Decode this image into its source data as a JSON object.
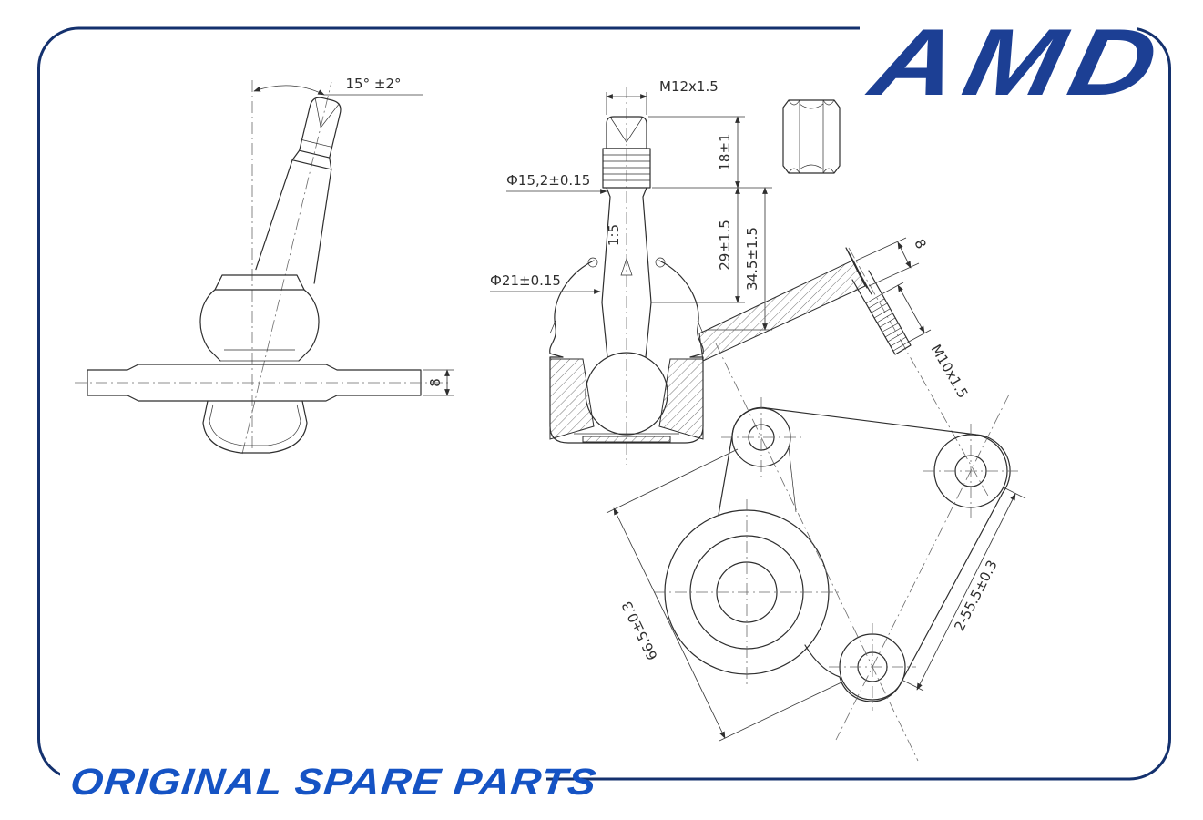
{
  "brand": {
    "logo_text": "AMD"
  },
  "footer": {
    "tagline": "ORIGINAL SPARE PARTS"
  },
  "colors": {
    "frame_border": "#14316e",
    "brand_blue": "#1c3f94",
    "tagline_blue": "#1553c4",
    "line_color": "#2e2e2e"
  },
  "drawing": {
    "left_view": {
      "angle_dim": "15° ±2°",
      "width_dim": "8"
    },
    "section_view": {
      "thread_dim": "M12x1.5",
      "thread_length_dim": "18±1",
      "taper_len_dim": "29±1.5",
      "overall_len_dim": "34.5±1.5",
      "stud_dia_dim": "Ф15,2±0.15",
      "cone_dia_dim": "Ф21±0.15",
      "taper_ratio": "1:5"
    },
    "bolt": {
      "thread_dim": "M10x1.5",
      "head_dim": "8"
    },
    "bracket": {
      "hole_span_dim": "66.5±0.3",
      "hole_span_dim2": "2-55.5±0.3"
    }
  }
}
